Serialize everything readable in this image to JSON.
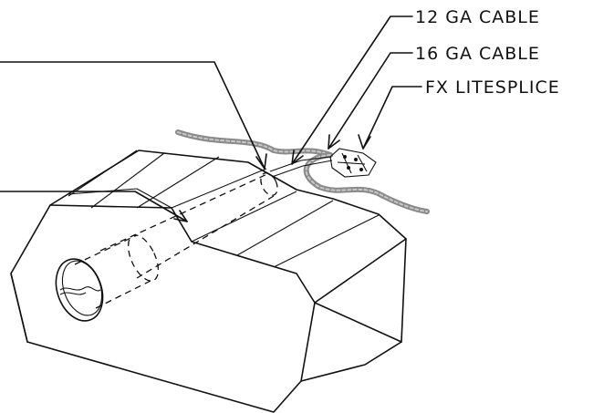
{
  "callouts": [
    {
      "label": "12 GA CABLE"
    },
    {
      "label": "16 GA CABLE"
    },
    {
      "label": "FX LITESPLICE"
    }
  ],
  "colors": {
    "line": "#111111",
    "cable_outer": "#8a8a8a",
    "cable_inner": "#c8c8c8",
    "background": "#ffffff"
  }
}
